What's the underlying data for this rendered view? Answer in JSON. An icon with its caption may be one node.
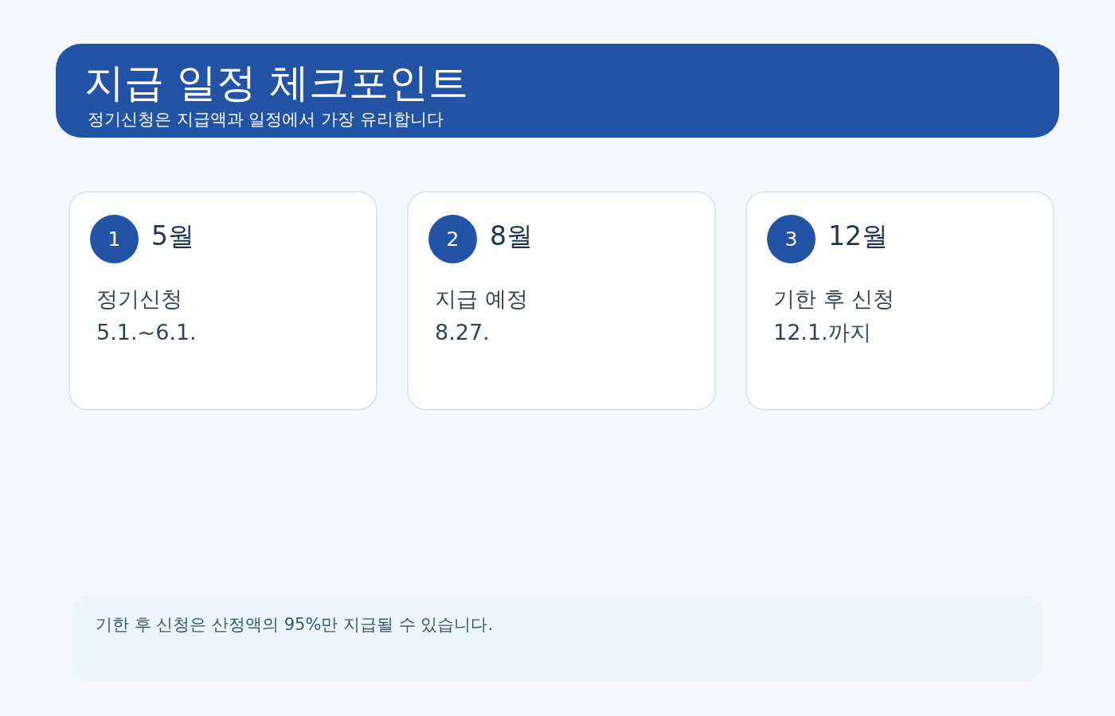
{
  "diagram": {
    "nodes": [
      {
        "text": [
          "지급 일정 체크포인트",
          "정기신청은 지급액과 일정에서 가장 유리합니다"
        ]
      },
      {
        "text": [
          "5월",
          "정기신청",
          "5.1.~6.1."
        ]
      },
      {
        "text": [
          "1"
        ],
        "in": 1
      },
      {
        "text": [
          "8월",
          "지급 예정",
          "8.27."
        ]
      },
      {
        "text": [
          "2"
        ],
        "in": 3
      },
      {
        "text": [
          "12월",
          "기한 후 신청",
          "12.1.까지"
        ]
      },
      {
        "text": [
          "3"
        ],
        "in": 5
      },
      {
        "text": [
          "기한 후 신청은 산정액의 95%만 지급될 수 있습니다."
        ]
      }
    ]
  }
}
